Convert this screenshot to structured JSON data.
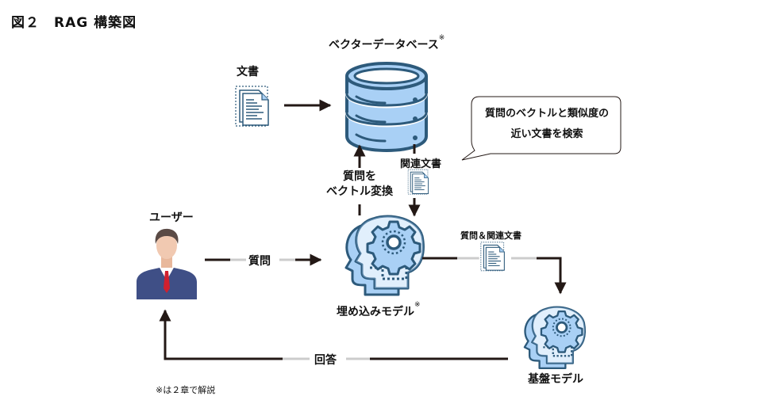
{
  "figure": {
    "title": "図２　RAG 構築図",
    "footnote": "※は２章で解説"
  },
  "nodes": {
    "documents": {
      "label": "文書",
      "icon": "documents-icon"
    },
    "vector_db": {
      "label": "ベクターデータベース",
      "mark": "※",
      "icon": "database-icon"
    },
    "user": {
      "label": "ユーザー",
      "icon": "user-avatar-icon"
    },
    "embedding_model": {
      "label": "埋め込みモデル",
      "mark": "※",
      "icon": "head-gear-icon"
    },
    "foundation_model": {
      "label": "基盤モデル",
      "icon": "head-gear-icon"
    }
  },
  "edges": {
    "docs_to_db": {
      "label": ""
    },
    "query_to_vector": {
      "label_line1": "質問を",
      "label_line2": "ベクトル変換"
    },
    "related_docs": {
      "label": "関連文書"
    },
    "user_question": {
      "label": "質問"
    },
    "question_and_docs": {
      "label": "質問＆関連文書"
    },
    "answer": {
      "label": "回答"
    }
  },
  "callout": {
    "line1": "質問のベクトルと類似度の",
    "line2": "近い文書を検索"
  },
  "colors": {
    "icon_fill": "#a9d0f5",
    "icon_stroke": "#2d5a7b",
    "arrow": "#231815",
    "user_suit": "#3f4f86",
    "user_tie": "#d0202e",
    "user_skin": "#f1c9b1",
    "user_hair": "#5a4a45"
  }
}
